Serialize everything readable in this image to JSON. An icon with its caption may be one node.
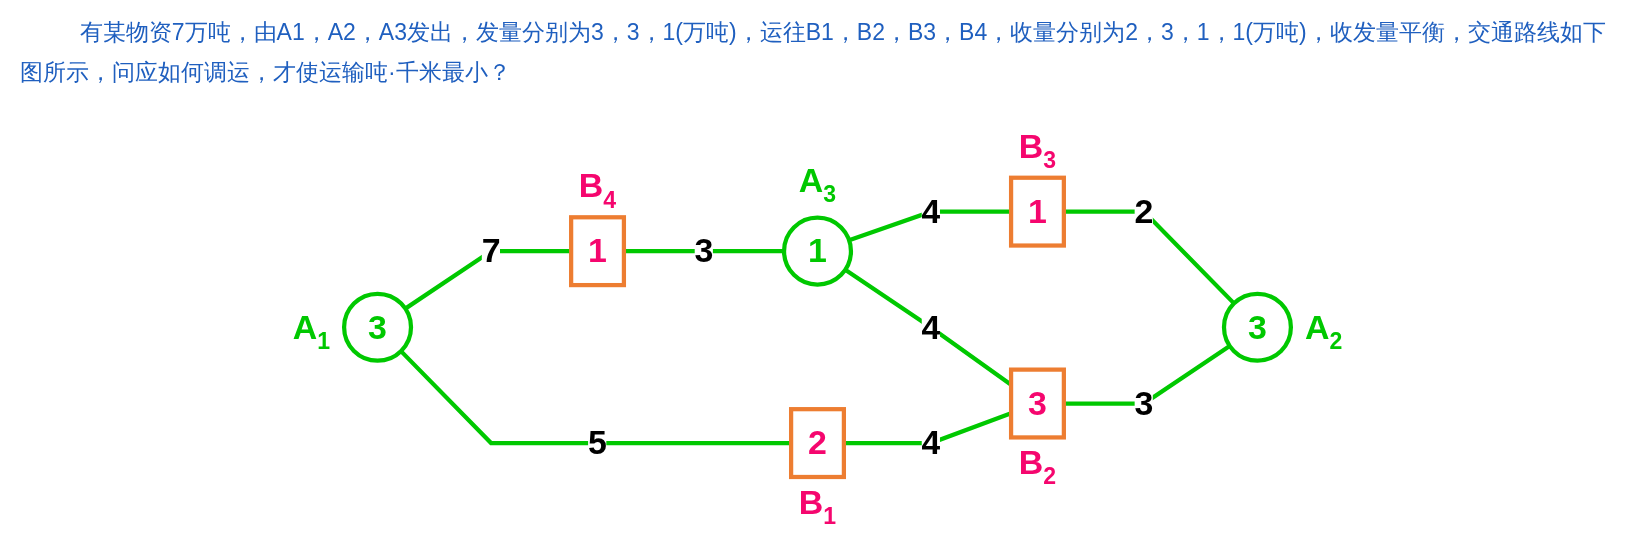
{
  "diagram": {
    "nodes": [
      {
        "text": [
          "1"
        ],
        "beside": [
          "B$_{4}$"
        ]
      },
      {
        "text": [
          "1"
        ],
        "beside": [
          "A$_{3}$"
        ]
      },
      {
        "text": [
          "1"
        ],
        "beside": [
          "B$_{3}$"
        ]
      },
      {
        "text": [
          "3"
        ],
        "beside": [
          "A$_{1}$"
        ]
      },
      {
        "text": [
          "3"
        ],
        "beside": [
          "A$_{2}$"
        ]
      },
      {
        "text": [
          "3"
        ],
        "beside": [
          "B$_{2}$"
        ]
      },
      {
        "text": [
          "2"
        ],
        "beside": [
          "B$_{1}$"
        ]
      }
    ],
    "edges": [
      {
        "from": 0,
        "to": 1,
        "arrow": "none",
        "label": "3"
      },
      {
        "from": 1,
        "to": 2,
        "arrow": "none",
        "label": "4"
      },
      {
        "from": 3,
        "to": 0,
        "arrow": "none",
        "label": "7"
      },
      {
        "from": 1,
        "to": 5,
        "arrow": "none",
        "label": "4"
      },
      {
        "from": 2,
        "to": 4,
        "arrow": "none",
        "label": "2"
      },
      {
        "from": 3,
        "to": 6,
        "arrow": "none",
        "label": "5"
      },
      {
        "from": 6,
        "to": 5,
        "arrow": "none",
        "label": "4"
      },
      {
        "from": 5,
        "to": 4,
        "arrow": "none",
        "label": "3"
      }
    ],
    "labels": [
      "有某物资7万吨，由A1，A2，A3发出，发量分别为3，3，1(万吨)，运往B1，B2，B3，B4，收量分别为2，3，1，1(万吨)，收发量平衡，交通路线如下图所示，问应如何调运，才使运输吨·千米最小？"
    ]
  }
}
